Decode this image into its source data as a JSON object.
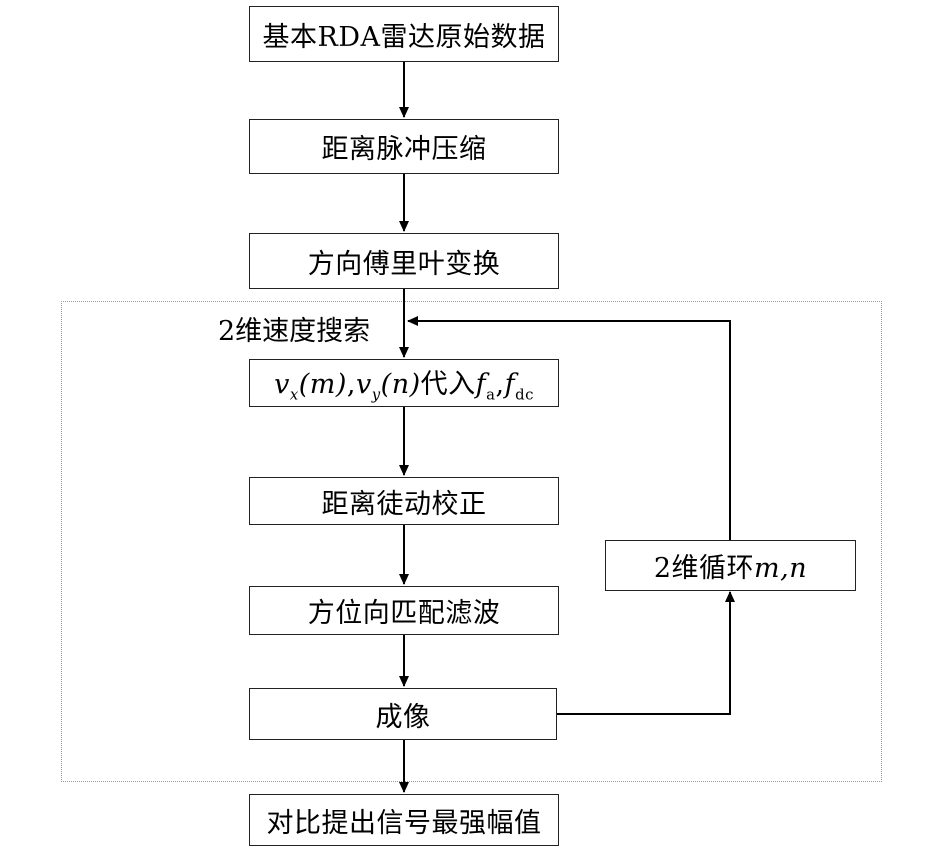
{
  "diagram": {
    "steps": {
      "raw_data": "基本RDA雷达原始数据",
      "range_compression": "距离脉冲压缩",
      "azimuth_fft": "方向傅里叶变换",
      "rcmc": "距离徒动校正",
      "azimuth_filter": "方位向匹配滤波",
      "imaging": "成像",
      "extract_max": "对比提出信号最强幅值"
    },
    "velocity_step": {
      "vx": "v",
      "vx_sub": "x",
      "m": "(m)",
      "comma": ",",
      "vy": "v",
      "vy_sub": "y",
      "n": "(n)",
      "substitute": "代入",
      "fa": "f",
      "fa_sub": "a",
      "comma2": ",",
      "fdc": "f",
      "fdc_sub": "dc"
    },
    "search_region_label": "2维速度搜索",
    "loop_box": {
      "prefix": "2维循环",
      "vars": "m,n"
    }
  }
}
